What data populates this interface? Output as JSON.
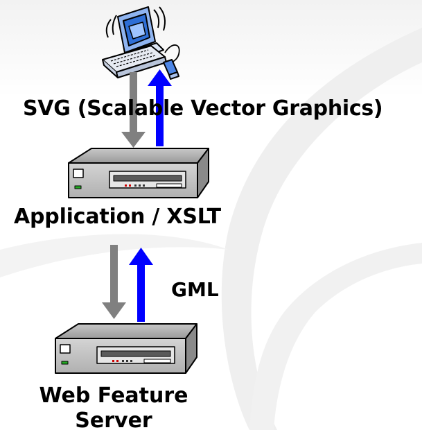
{
  "labels": {
    "client_protocol": "SVG (Scalable Vector Graphics)",
    "middle_server": "Application / XSLT",
    "server_protocol": "GML",
    "data_server": "Web Feature Server"
  },
  "icons": {
    "client": "desktop-computer-icon",
    "middle": "server-box-icon",
    "bottom": "server-box-icon"
  },
  "colors": {
    "request_arrow": "#808080",
    "response_arrow": "#0000ff",
    "background_swoosh": "#eeeeee"
  }
}
